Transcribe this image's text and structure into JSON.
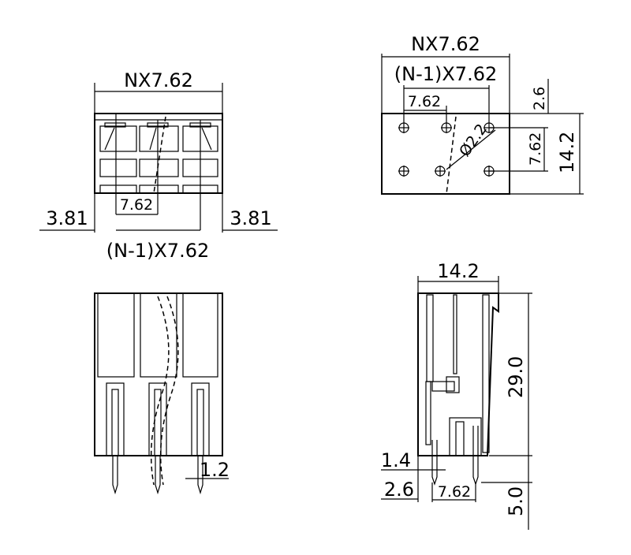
{
  "drawing": {
    "front_view": {
      "width_label": "NX7.62",
      "left_margin": "3.81",
      "right_margin": "3.81",
      "pitch": "7.62",
      "span": "(N-1)X7.62"
    },
    "top_view": {
      "width_label": "NX7.62",
      "span": "(N-1)X7.62",
      "pitch": "7.62",
      "hole_dia": "Ø2.2",
      "offset": "2.6",
      "row_pitch": "7.62",
      "depth": "14.2"
    },
    "bottom_view": {
      "pin_width": "1.2"
    },
    "side_view": {
      "depth": "14.2",
      "height": "29.0",
      "pin_length": "5.0",
      "pin_thick": "1.4",
      "pin_offset": "2.6",
      "pitch": "7.62"
    }
  }
}
